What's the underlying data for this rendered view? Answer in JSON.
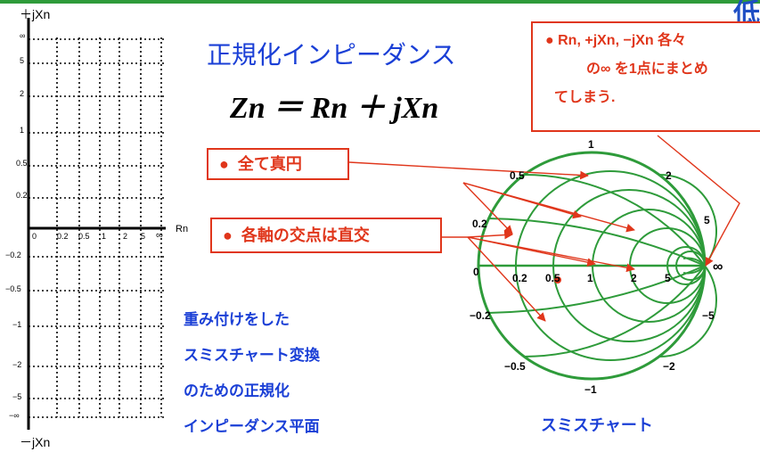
{
  "title": "正規化インピーダンス",
  "equation": "Zn ＝ Rn ＋ jXn",
  "note_box": {
    "bullet": "●",
    "lines": [
      "Rn, +jXn, −jXn 各々",
      "の∞ を1点にまとめ",
      "てしまう."
    ]
  },
  "callout_circle": "全て真円",
  "callout_orthogonal": "各軸の交点は直交",
  "plane_caption": [
    "重み付けをした",
    "スミスチャート変換",
    "のための正規化",
    "インピーダンス平面"
  ],
  "smith_caption": "スミスチャート",
  "plane": {
    "axis_top": "＋jXn",
    "axis_bottom": "－jXn",
    "axis_right": "Rn",
    "r_ticks": [
      "0",
      "0.2",
      "0.5",
      "1",
      "2",
      "5",
      "∞"
    ],
    "x_pos_ticks": [
      "∞",
      "5",
      "2",
      "1",
      "0.5",
      "0.2"
    ],
    "x_neg_ticks": [
      "−0.2",
      "−0.5",
      "−1",
      "−2",
      "−5",
      "−∞"
    ]
  },
  "smith": {
    "top": "1",
    "upper": [
      "0.5",
      "2",
      "0.2",
      "5"
    ],
    "axis": [
      "0",
      "0.2",
      "0.5",
      "1",
      "2",
      "5",
      "∞"
    ],
    "lower": [
      "−0.2",
      "−5",
      "−0.5",
      "−2"
    ],
    "bottom": "−1"
  },
  "colors": {
    "green": "#2e9b3a",
    "red": "#e0361b",
    "blue": "#1a3fd6"
  }
}
